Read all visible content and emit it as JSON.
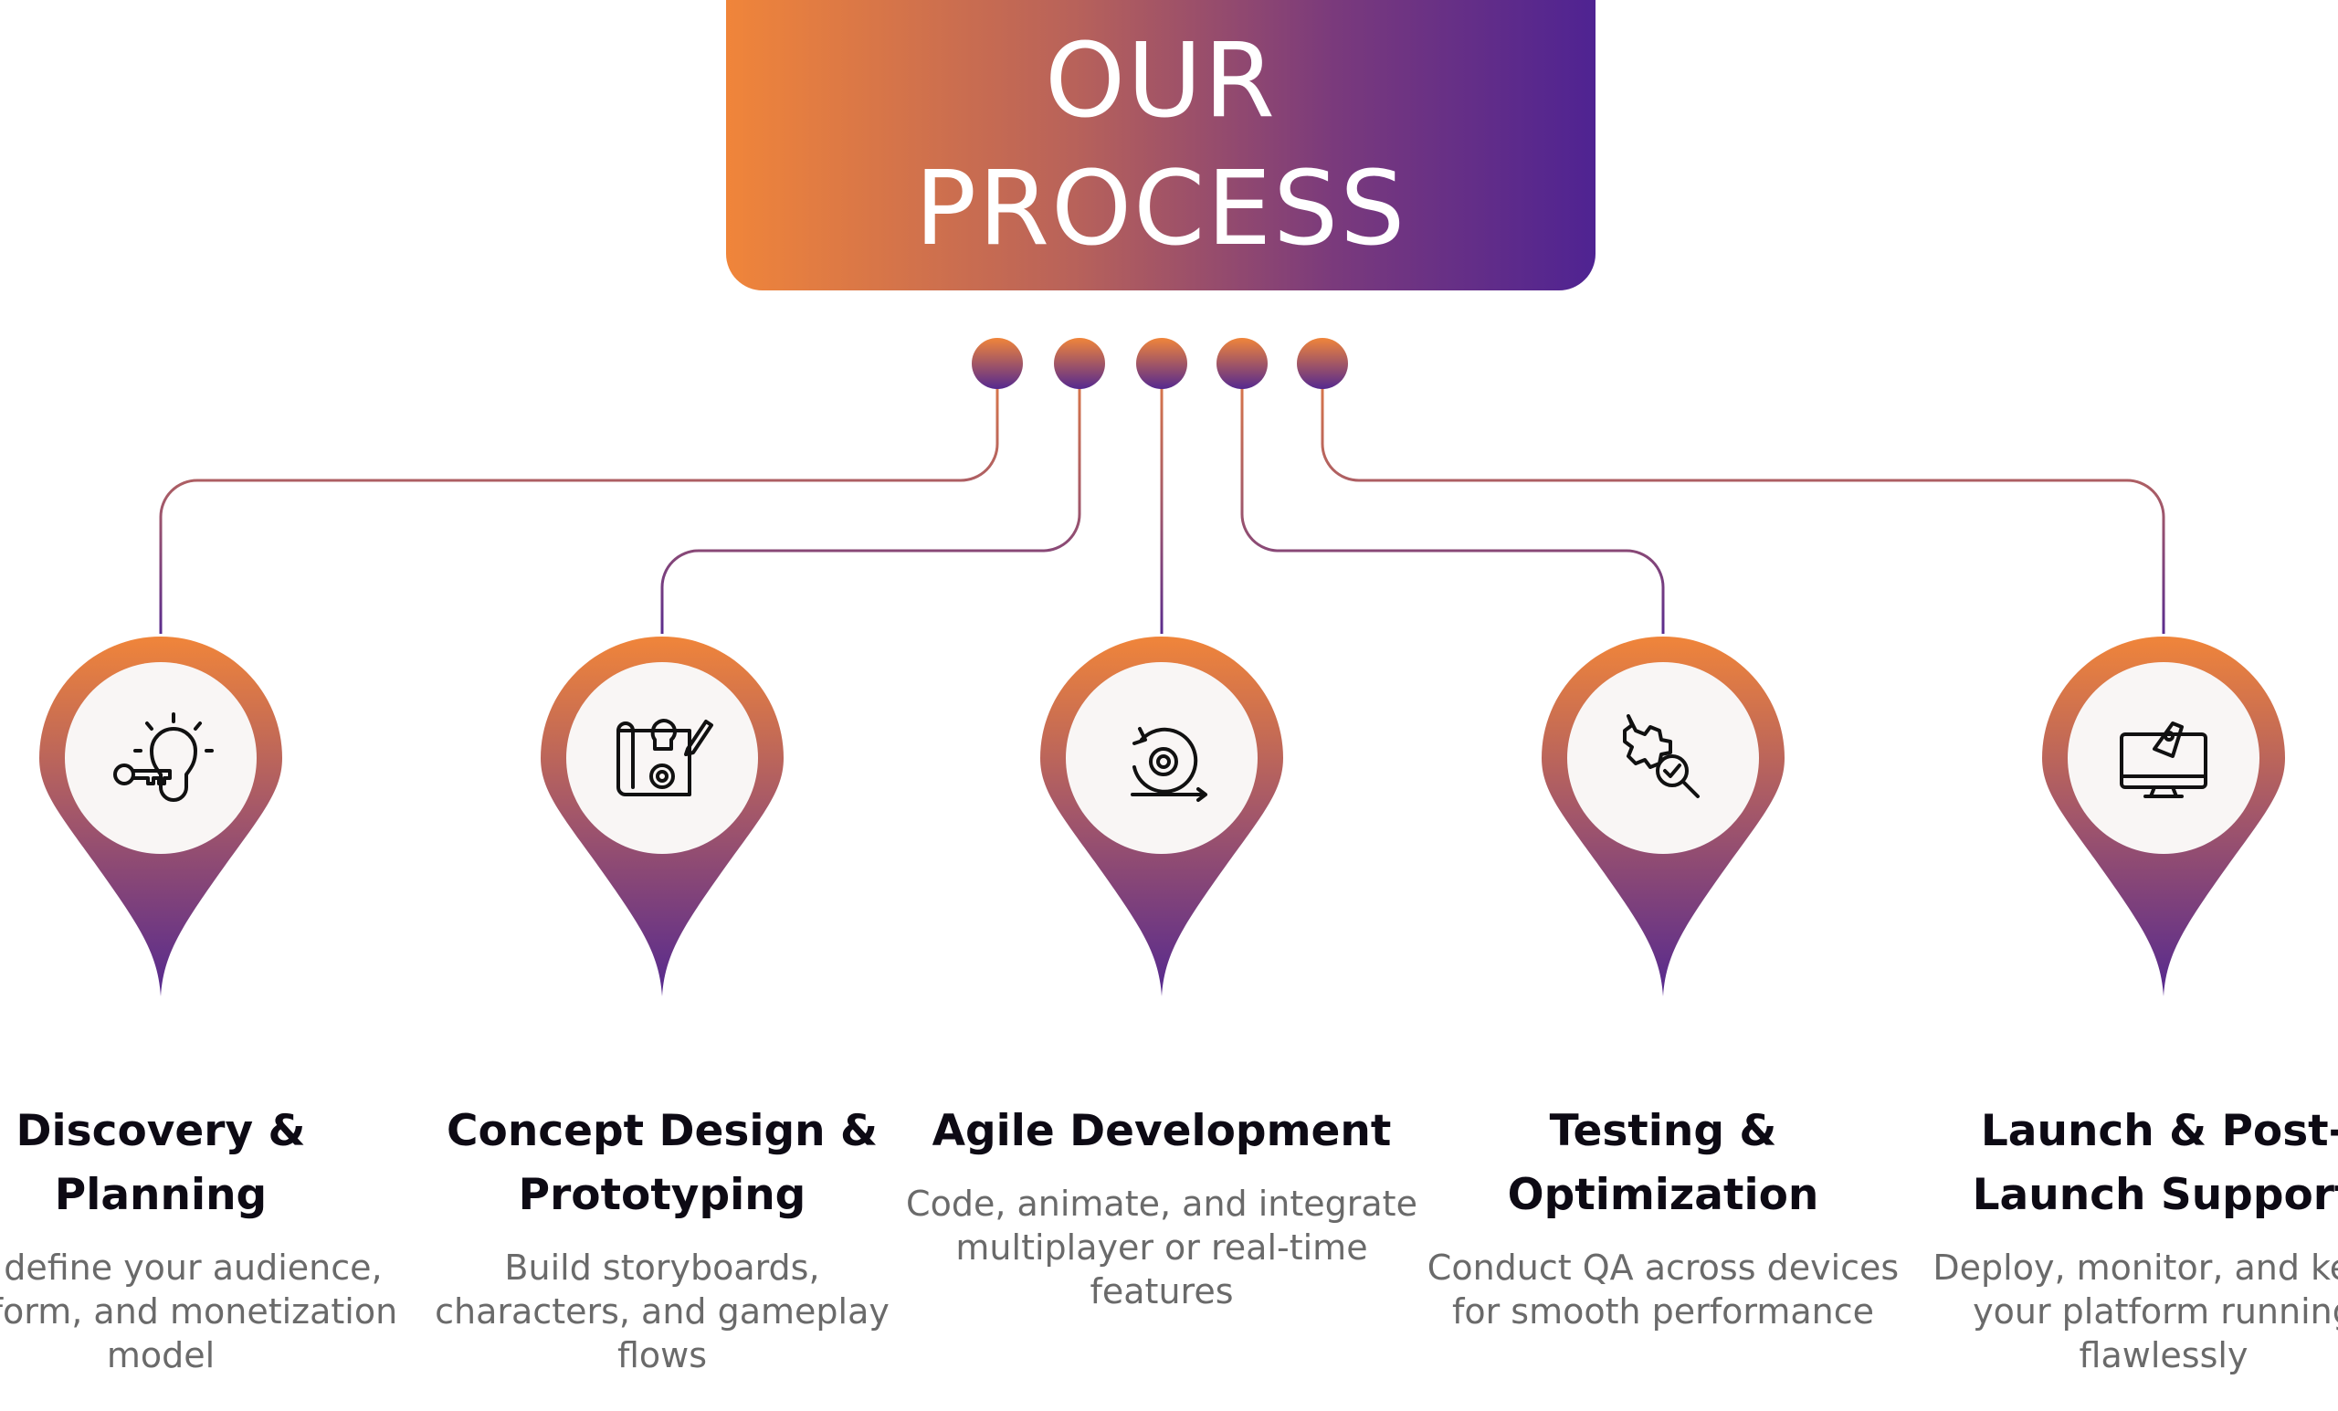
{
  "header": {
    "title_line1": "OUR",
    "title_line2": "PROCESS"
  },
  "colors": {
    "orange": "#f0853a",
    "purple": "#55298f",
    "circle_fill": "#f9f6f5"
  },
  "steps": [
    {
      "title": "Discovery & Planning",
      "description": "We define your audience, platform, and monetization model",
      "icon": "key-lightbulb-icon"
    },
    {
      "title": "Concept Design & Prototyping",
      "description": "Build storyboards, characters, and gameplay flows",
      "icon": "blueprint-pencil-icon"
    },
    {
      "title": "Agile Development",
      "description": "Code, animate, and integrate multiplayer or real-time features",
      "icon": "agile-gear-cycle-icon"
    },
    {
      "title": "Testing & Optimization",
      "description": "Conduct QA across devices for smooth performance",
      "icon": "gear-magnifier-check-icon"
    },
    {
      "title": "Launch & Post-Launch Support",
      "description": "Deploy, monitor, and keep your platform running flawlessly",
      "icon": "monitor-rocket-icon"
    }
  ]
}
